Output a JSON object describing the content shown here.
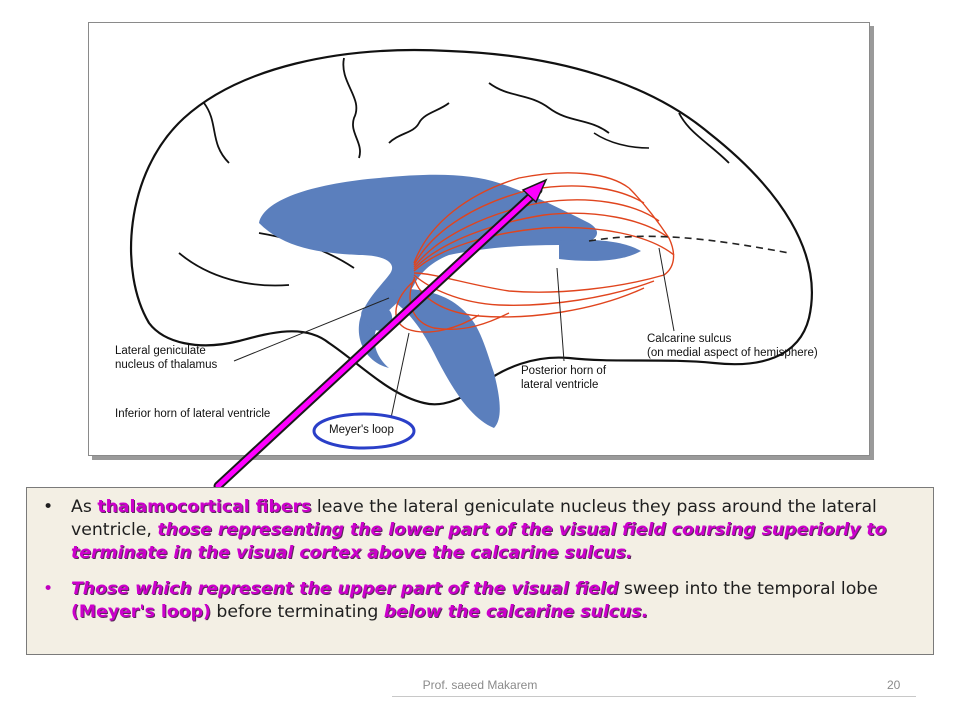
{
  "figure": {
    "labels": {
      "lgn": [
        "Lateral geniculate",
        "nucleus of thalamus"
      ],
      "inferior_horn": "Inferior horn of lateral ventricle",
      "meyers_loop": "Meyer's loop",
      "posterior_horn": [
        "Posterior horn of",
        "lateral ventricle"
      ],
      "calcarine": [
        "Calcarine sulcus",
        "(on medial aspect of hemisphere)"
      ]
    },
    "colors": {
      "ventricle": "#5b7fbd",
      "radiation": "#e0451e",
      "arrow_body": "#ff00ff",
      "arrow_outline": "#1a1a1a",
      "meyer_ellipse": "#2a3fc8"
    }
  },
  "text": {
    "bullet1": {
      "marker": "•",
      "p1": "As ",
      "h1": "thalamocortical fibers",
      "p2": " leave the lateral geniculate nucleus they pass around the lateral ventricle, ",
      "h2": "those representing the lower part of the visual field coursing superiorly to terminate in the visual cortex above the calcarine sulcus."
    },
    "bullet2": {
      "marker": "•",
      "h1": "Those which represent the upper part of the visual field",
      "p1": " sweep into the temporal lobe ",
      "h2": "(Meyer's loop)",
      "p2": " before terminating ",
      "h3": "below the calcarine sulcus."
    }
  },
  "footer": {
    "author": "Prof. saeed Makarem",
    "page": "20"
  }
}
